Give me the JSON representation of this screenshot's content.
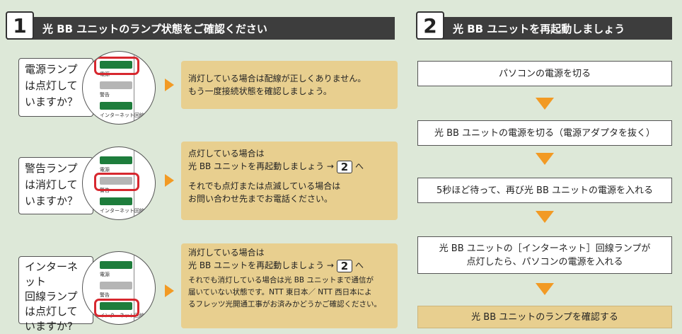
{
  "section1": {
    "number": "1",
    "title": "光 BB ユニットのランプ状態をご確認ください"
  },
  "section2": {
    "number": "2",
    "title": "光 BB ユニットを再起動しましょう"
  },
  "lamp_labels": {
    "power": "電源",
    "warning": "警告",
    "internet": "インターネット回線"
  },
  "checks": [
    {
      "question_lines": [
        "電源ランプ",
        "は点灯して",
        "いますか？"
      ],
      "answer_lines": [
        "消灯している場合は配線が正しくありません。",
        "もう一度接続状態を確認しましょう。"
      ]
    },
    {
      "question_lines": [
        "警告ランプ",
        "は消灯して",
        "いますか？"
      ],
      "answer_line1": "点灯している場合は",
      "answer_line2_prefix": "光 BB ユニットを再起動しましょう →",
      "answer_line2_num": "2",
      "answer_line2_suffix": "へ",
      "answer_lines_after": [
        "それでも点灯または点滅している場合は",
        "お問い合わせ先までお電話ください。"
      ]
    },
    {
      "question_lines": [
        "インターネット",
        "回線ランプ",
        "は点灯して",
        "いますか?"
      ],
      "answer_line1": "消灯している場合は",
      "answer_line2_prefix": "光 BB ユニットを再起動しましょう →",
      "answer_line2_num": "2",
      "answer_line2_suffix": "へ",
      "answer_lines_after": [
        "それでも消灯している場合は光 BB ユニットまで通信が",
        "届いていない状態です。NTT 東日本／ NTT 西日本によ",
        "るフレッツ光開通工事がお済みかどうかご確認ください。"
      ]
    }
  ],
  "steps": [
    "パソコンの電源を切る",
    "光 BB ユニットの電源を切る（電源アダプタを抜く）",
    "5秒ほど待って、再び光 BB ユニットの電源を入れる",
    "光 BB ユニットの［インターネット］回線ランプが",
    "点灯したら、パソコンの電源を入れる",
    "光 BB ユニットのランプを確認する"
  ],
  "colors": {
    "background": "#dde8d8",
    "header": "#3d3d3d",
    "accent_orange": "#f29a24",
    "answer_box": "#e8cf8f",
    "lamp_green": "#1e7d3c",
    "highlight_red": "#d7282f"
  }
}
